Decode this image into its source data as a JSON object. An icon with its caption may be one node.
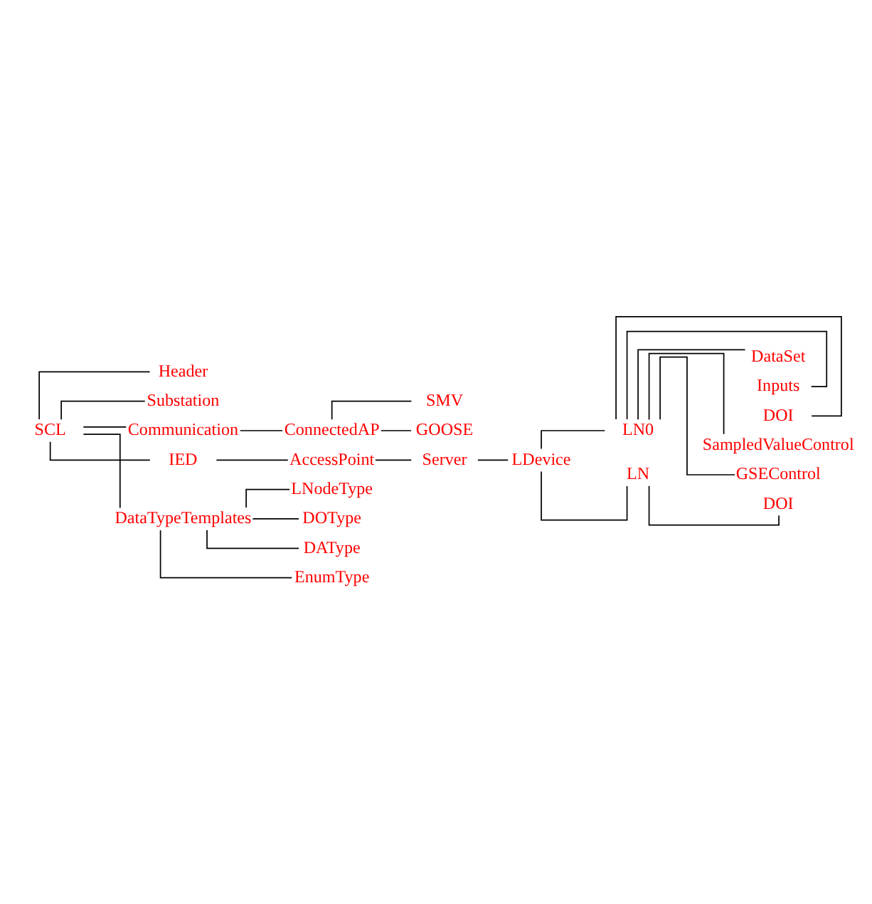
{
  "diagram": {
    "nodes": [
      {
        "text": [
          "SCL"
        ]
      },
      {
        "text": [
          "Header"
        ]
      },
      {
        "text": [
          "Substation"
        ]
      },
      {
        "text": [
          "Communication"
        ]
      },
      {
        "text": [
          "ConnectedAP"
        ]
      },
      {
        "text": [
          "SMV"
        ]
      },
      {
        "text": [
          "GOOSE"
        ]
      },
      {
        "text": [
          "IED"
        ]
      },
      {
        "text": [
          "AccessPoint"
        ]
      },
      {
        "text": [
          "Server"
        ]
      },
      {
        "text": [
          "LDevice"
        ]
      },
      {
        "text": [
          "LN0"
        ]
      },
      {
        "text": [
          "DataSet"
        ]
      },
      {
        "text": [
          "Inputs"
        ]
      },
      {
        "text": [
          "DOI"
        ]
      },
      {
        "text": [
          "SampledValueControl"
        ]
      },
      {
        "text": [
          "GSEControl"
        ]
      },
      {
        "text": [
          "LN"
        ]
      },
      {
        "text": [
          "DOI"
        ]
      },
      {
        "text": [
          "DataTypeTemplates"
        ]
      },
      {
        "text": [
          "LNodeType"
        ]
      },
      {
        "text": [
          "DOType"
        ]
      },
      {
        "text": [
          "DAType"
        ]
      },
      {
        "text": [
          "EnumType"
        ]
      }
    ],
    "edges": [
      {
        "from": 0,
        "to": 1,
        "arrow": "none"
      },
      {
        "from": 0,
        "to": 2,
        "arrow": "none"
      },
      {
        "from": 0,
        "to": 3,
        "arrow": "none"
      },
      {
        "from": 3,
        "to": 4,
        "arrow": "none"
      },
      {
        "from": 4,
        "to": 5,
        "arrow": "none"
      },
      {
        "from": 4,
        "to": 6,
        "arrow": "none"
      },
      {
        "from": 0,
        "to": 7,
        "arrow": "none"
      },
      {
        "from": 7,
        "to": 8,
        "arrow": "none"
      },
      {
        "from": 8,
        "to": 9,
        "arrow": "none"
      },
      {
        "from": 9,
        "to": 10,
        "arrow": "none"
      },
      {
        "from": 10,
        "to": 11,
        "arrow": "none"
      },
      {
        "from": 11,
        "to": 12,
        "arrow": "none"
      },
      {
        "from": 11,
        "to": 13,
        "arrow": "none"
      },
      {
        "from": 11,
        "to": 14,
        "arrow": "none"
      },
      {
        "from": 11,
        "to": 15,
        "arrow": "none"
      },
      {
        "from": 11,
        "to": 16,
        "arrow": "none"
      },
      {
        "from": 10,
        "to": 17,
        "arrow": "none"
      },
      {
        "from": 17,
        "to": 18,
        "arrow": "none"
      },
      {
        "from": 0,
        "to": 19,
        "arrow": "none"
      },
      {
        "from": 19,
        "to": 20,
        "arrow": "none"
      },
      {
        "from": 19,
        "to": 21,
        "arrow": "none"
      },
      {
        "from": 19,
        "to": 22,
        "arrow": "none"
      },
      {
        "from": 19,
        "to": 23,
        "arrow": "none"
      }
    ]
  }
}
